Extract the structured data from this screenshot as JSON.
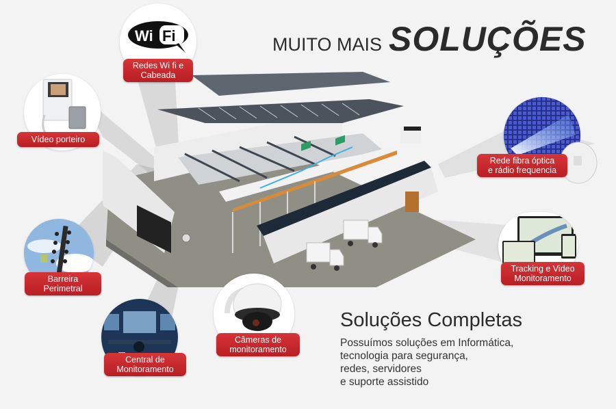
{
  "headline": {
    "prefix": "MUITO MAIS",
    "main": "SOLUÇÕES"
  },
  "callouts": [
    {
      "id": "wifi",
      "label_line1": "Redes Wi fi e",
      "label_line2": "Cabeada",
      "icon": "wifi-logo-icon",
      "icon_text_a": "Wi",
      "icon_text_b": "Fi"
    },
    {
      "id": "video-porteiro",
      "label_line1": "Vídeo porteiro",
      "icon": "video-intercom-icon"
    },
    {
      "id": "fibra",
      "label_line1": "Rede fibra óptica",
      "label_line2": "e rádio frequencia",
      "icon": "fiber-optic-icon"
    },
    {
      "id": "tracking",
      "label_line1": "Tracking e Video",
      "label_line2": "Monitoramento",
      "icon": "tracking-devices-icon"
    },
    {
      "id": "barreira",
      "label_line1": "Barreira",
      "label_line2": "Perimetral",
      "icon": "electric-fence-icon"
    },
    {
      "id": "central",
      "label_line1": "Central de",
      "label_line2": "Monitoramento",
      "icon": "monitoring-room-icon"
    },
    {
      "id": "cameras",
      "label_line1": "Câmeras de",
      "label_line2": "monitoramento",
      "icon": "dome-camera-icon"
    }
  ],
  "solutions": {
    "title": "Soluções Completas",
    "lines": [
      "Possuímos soluções em Informática,",
      "tecnologia para segurança,",
      "redes, servidores",
      "e suporte assistido"
    ]
  },
  "colors": {
    "background": "#f3f3f3",
    "label_red": "#c8282d",
    "text_dark": "#2b2b2b"
  }
}
